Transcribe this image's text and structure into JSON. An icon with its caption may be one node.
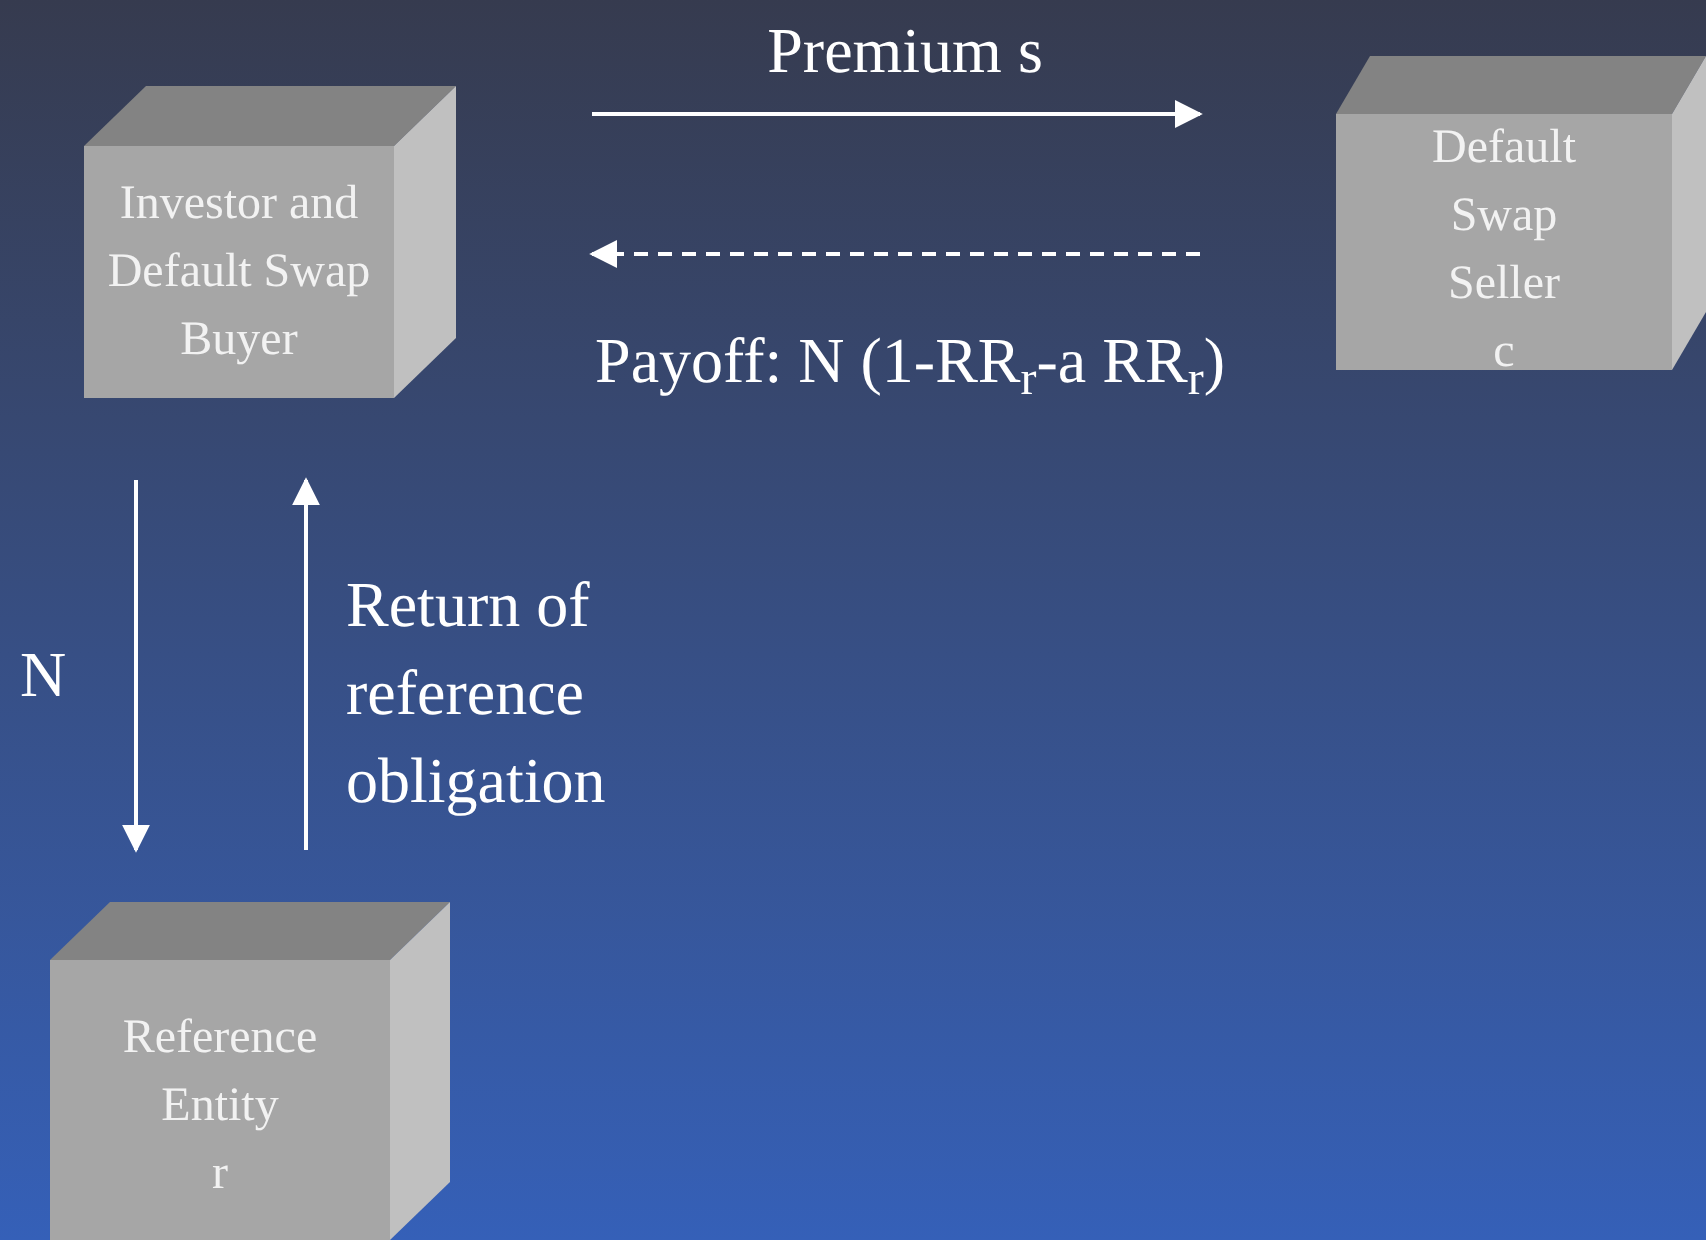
{
  "diagram": {
    "nodes": [
      {
        "text": [
          "Investor and Default Swap Buyer"
        ]
      },
      {
        "text": [
          "Default Swap Seller",
          "c"
        ]
      },
      {
        "text": [
          "Reference Entity",
          "r"
        ]
      }
    ],
    "edges": [
      {
        "from": 0,
        "to": 1,
        "arrow": "to",
        "label": "Premium s"
      },
      {
        "from": 1,
        "to": 0,
        "arrow": "to",
        "style": "dashed",
        "label": "Payoff: N (1-RR$_{r}$-a RR$_{r}$)"
      },
      {
        "from": 0,
        "to": 2,
        "arrow": "to",
        "label": "N"
      },
      {
        "from": 2,
        "to": 0,
        "arrow": "to",
        "label": "Return of reference obligation"
      }
    ]
  }
}
